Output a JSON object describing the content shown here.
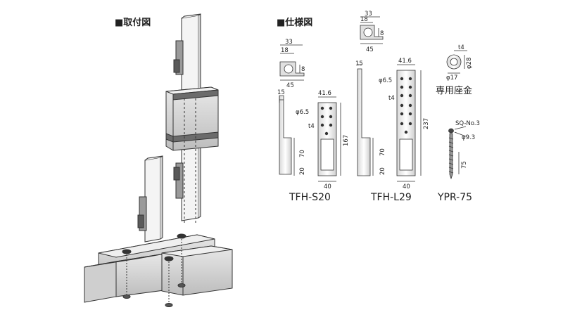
{
  "headings": {
    "install": "■取付図",
    "spec": "■仕様図"
  },
  "products": {
    "s20": "TFH-S20",
    "l29": "TFH-L29",
    "ypr": "YPR-75"
  },
  "washer_label": "専用座金",
  "dims": {
    "s20_top_w": "33",
    "s20_top_18": "18",
    "s20_top_8": "8",
    "s20_top_45": "45",
    "s20_15": "15",
    "s20_41": "41.6",
    "s20_phi": "φ6.5",
    "s20_t4": "t4",
    "s20_167": "167",
    "s20_70": "70",
    "s20_20": "20",
    "s20_40": "40",
    "l29_top_w": "33",
    "l29_top_18": "18",
    "l29_top_8": "8",
    "l29_top_45": "45",
    "l29_15": "15",
    "l29_41": "41.6",
    "l29_phi": "φ6.5",
    "l29_t4": "t4",
    "l29_237": "237",
    "l29_70": "70",
    "l29_20": "20",
    "l29_40": "40",
    "w_t4": "t4",
    "w_phi28": "φ28",
    "w_phi17": "φ17",
    "sq": "SQ-No.3",
    "phi93": "φ9.3",
    "len75": "75"
  }
}
